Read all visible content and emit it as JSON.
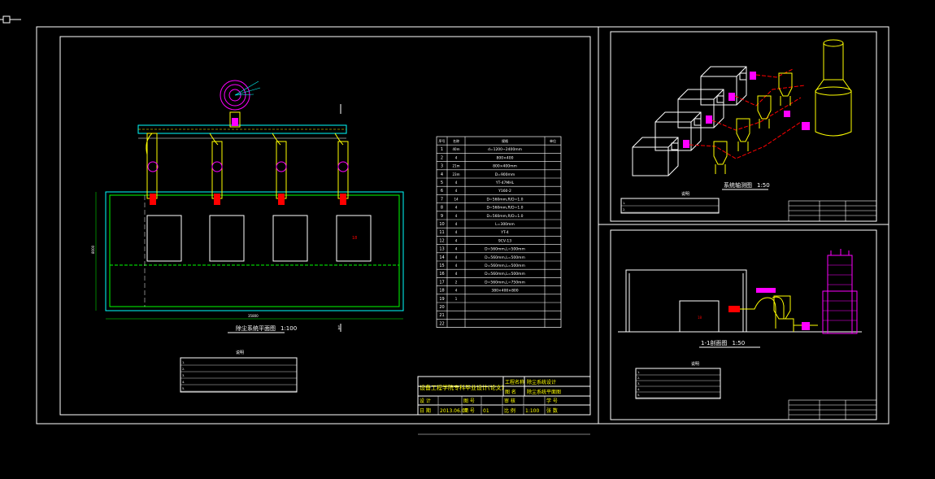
{
  "plan": {
    "title": "除尘系统平面图",
    "scale": "1:100",
    "dims": {
      "left": "8000",
      "bottom": "35800"
    },
    "table_header": [
      "序号",
      "名称",
      "规格",
      "单位"
    ],
    "table_rows": [
      [
        "1",
        "",
        "40m",
        "d=1200~2400mm"
      ],
      [
        "2",
        "",
        "4",
        "800×400"
      ],
      [
        "3",
        "",
        "21m",
        "800×400mm"
      ],
      [
        "4",
        "",
        "23m",
        "D=900mm"
      ],
      [
        "5",
        "",
        "4",
        "YT-47MHL"
      ],
      [
        "6",
        "",
        "4",
        "Y160-2"
      ],
      [
        "7",
        "",
        "14",
        "D=560mm,R/D=1.0"
      ],
      [
        "8",
        "",
        "4",
        "D=560mm,R/D=1.0"
      ],
      [
        "9",
        "",
        "4",
        "D=560mm,R/D=1.0"
      ],
      [
        "10",
        "",
        "4",
        "L=300mm"
      ],
      [
        "11",
        "",
        "4",
        "YT-4"
      ],
      [
        "12",
        "",
        "4",
        "9CV-13"
      ],
      [
        "13",
        "",
        "4",
        "D=560mm,L=500mm"
      ],
      [
        "14",
        "",
        "4",
        "D=560mm,L=500mm"
      ],
      [
        "15",
        "",
        "4",
        "D=560mm,L=500mm"
      ],
      [
        "16",
        "",
        "4",
        "D=560mm,L=500mm"
      ],
      [
        "17",
        "",
        "2",
        "D=560mm,L=750mm"
      ],
      [
        "18",
        "",
        "4",
        "380×400×800"
      ],
      [
        "19",
        "",
        "1",
        ""
      ],
      [
        "20",
        "",
        "",
        ""
      ],
      [
        "21",
        "",
        "",
        ""
      ],
      [
        "22",
        "",
        "",
        ""
      ]
    ],
    "notes_title": "说明",
    "notes": [
      "1.",
      "2.",
      "3.",
      "4.",
      "5."
    ]
  },
  "title_block": {
    "org": "设备工程学院专科毕业设计(论文)",
    "project_label": "工程名称",
    "project_name": "除尘系统设计",
    "drawing_label": "图 名",
    "drawing_name": "除尘系统平面图",
    "row3": [
      "设 计",
      "",
      "图 号",
      "",
      "审 核",
      "",
      "学 号"
    ],
    "row4": [
      "日 期",
      "2013.06.07",
      "图 号",
      "01",
      "比 例",
      "1:100",
      "张 数"
    ]
  },
  "axon": {
    "title": "系统轴测图",
    "scale": "1:50",
    "notes_title": "说明",
    "notes": [
      "1.",
      "2."
    ]
  },
  "section": {
    "title": "1-1剖面图",
    "scale": "1:50",
    "notes_title": "说明",
    "notes": [
      "1.",
      "2.",
      "3.",
      "4.",
      "5."
    ]
  },
  "colors": {
    "bg": "#000000",
    "frame": "#ffffff",
    "duct": "#00ffff",
    "fitting": "#ffff00",
    "valve": "#ff00ff",
    "fan": "#ff0000",
    "wall": "#00ff00",
    "stack": "#ff00ff"
  }
}
